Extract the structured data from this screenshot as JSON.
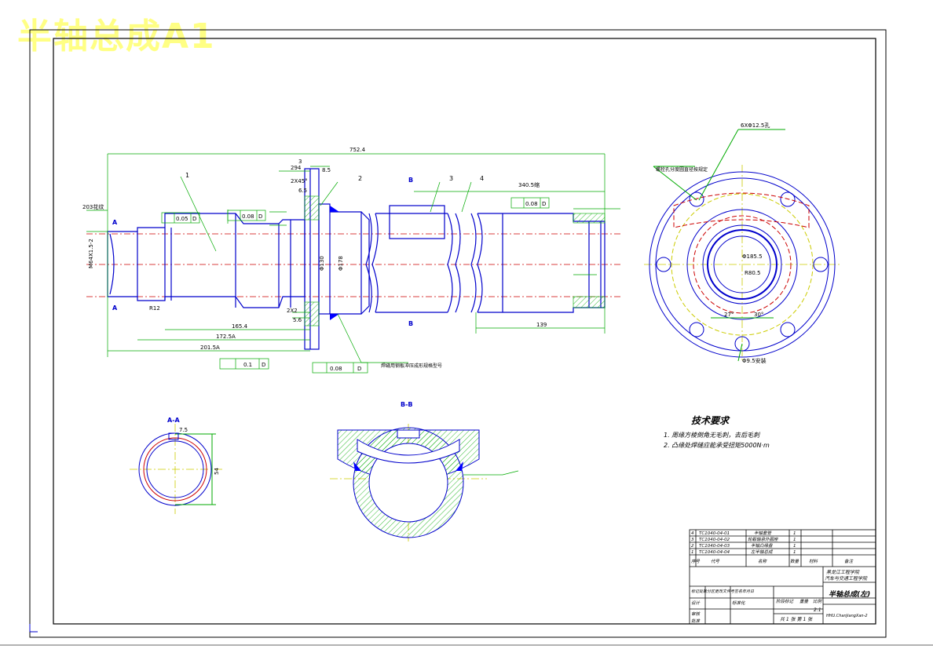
{
  "watermark": "半轴总成A1",
  "colors": {
    "frame": "#000000",
    "outline": "#0000cc",
    "dim": "#00aa00",
    "center": "#cc0000",
    "axis": "#cccc00",
    "hatch": "#00aa00",
    "weld": "#0000ff"
  },
  "dims": {
    "overall": "752.4",
    "d294": "294",
    "d8_5": "8.5",
    "d3": "3",
    "d2x45": "2X45°",
    "d6_5": "6.5",
    "d340": "340.5缩",
    "d203": "203花纹",
    "tol005": "0.05",
    "tol008": "0.08",
    "tol008b": "0.08",
    "tol008c": "0.08",
    "tol01": "0.1",
    "datumD": "D",
    "m64": "M64X1.5-2",
    "d165": "165.4",
    "d172": "172.5A",
    "d201": "201.5A",
    "r12": "R12",
    "d139": "139",
    "d185": "Φ185.5",
    "r80": "R80.5",
    "d6x12": "6XΦ12.5孔",
    "a27": "27°",
    "a30": "30°",
    "d9hole": "Φ9.5安装",
    "d7_5": "7.5",
    "d54": "54",
    "d130": "Φ130",
    "d178": "Φ178",
    "d5_6": "5.6",
    "d2x2": "2X2"
  },
  "labels": {
    "p1": "1",
    "p2": "2",
    "p3": "3",
    "p4": "4",
    "secA": "A",
    "secB": "B",
    "secAA": "A-A",
    "secBB": "B-B",
    "weldNote": "焊缝用钢板冲压成形规格型号",
    "flangeNote": "螺栓孔分度圆直径按规定"
  },
  "tech": {
    "title": "技术要求",
    "item1": "1. 周缘方棱倒角无毛刺，去后毛刺",
    "item2": "2. 凸缘处焊缝应能承受扭矩5000N·m"
  },
  "bom": [
    {
      "no": "4",
      "code": "TC1040-04-01",
      "name": "半轴套管",
      "qty": "1"
    },
    {
      "no": "3",
      "code": "TC1040-04-02",
      "name": "轮毂轴承外圈座",
      "qty": "1"
    },
    {
      "no": "2",
      "code": "TC1040-04-03",
      "name": "半轴凸缘盘",
      "qty": "1"
    },
    {
      "no": "1",
      "code": "TC1040-04-04",
      "name": "左半轴总成",
      "qty": "1"
    }
  ],
  "bomHeader": {
    "no": "序号",
    "code": "代号",
    "name": "名称",
    "qty": "数量",
    "mat": "材料",
    "note": "备注"
  },
  "title": {
    "school": "黑龙江工程学院",
    "dept": "汽车与交通工程学院",
    "drawing": "半轴总成(左)",
    "scale": "2:1",
    "code": "HHU.ChanJiangXan-2",
    "sheet": "共 1 张   第 1 张",
    "designer": "设计",
    "checker": "审核",
    "approver": "批准",
    "stdCheck": "标准化",
    "stage": "阶段标记",
    "weight": "重量",
    "ratio": "比例",
    "mark": "标记处数分区更改文件号签名年月日"
  }
}
